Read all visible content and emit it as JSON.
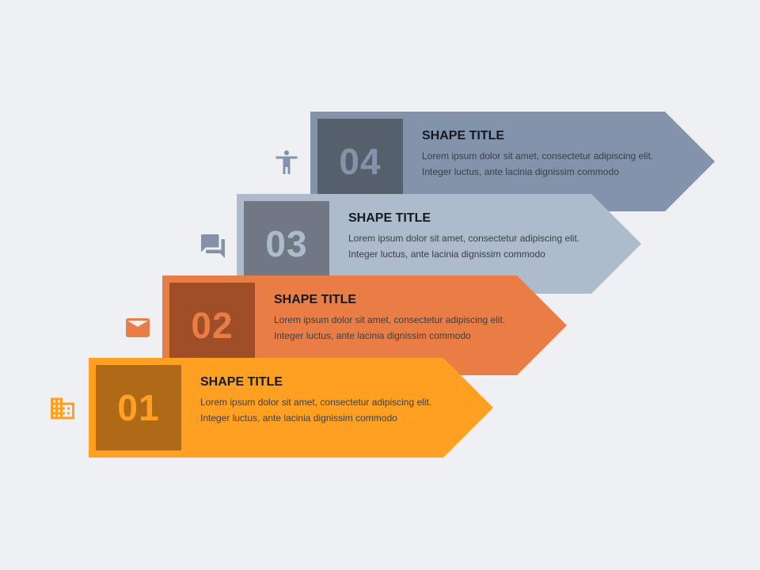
{
  "steps": [
    {
      "number": "01",
      "title": "SHAPE TITLE",
      "description": "Lorem ipsum dolor sit amet, consectetur adipiscing elit. Integer luctus, ante lacinia dignissim commodo",
      "icon": "building-icon",
      "colors": {
        "arrow": "#ffa022",
        "box": "#b06a17",
        "number": "#ffa022",
        "icon": "#ffa022"
      }
    },
    {
      "number": "02",
      "title": "SHAPE TITLE",
      "description": "Lorem ipsum dolor sit amet, consectetur adipiscing elit. Integer luctus, ante lacinia dignissim commodo",
      "icon": "mail-icon",
      "colors": {
        "arrow": "#e97d46",
        "box": "#a04e27",
        "number": "#e97d46",
        "icon": "#e97d46"
      }
    },
    {
      "number": "03",
      "title": "SHAPE TITLE",
      "description": "Lorem ipsum dolor sit amet, consectetur adipiscing elit. Integer luctus, ante lacinia dignissim commodo",
      "icon": "chat-icon",
      "colors": {
        "arrow": "#aebbcc",
        "box": "#6f7884",
        "number": "#aebbcc",
        "icon": "#8492a7"
      }
    },
    {
      "number": "04",
      "title": "SHAPE TITLE",
      "description": "Lorem ipsum dolor sit amet, consectetur adipiscing elit. Integer luctus, ante lacinia dignissim commodo",
      "icon": "person-icon",
      "colors": {
        "arrow": "#8393ab",
        "box": "#565f6c",
        "number": "#8393ab",
        "icon": "#8393ab"
      }
    }
  ]
}
